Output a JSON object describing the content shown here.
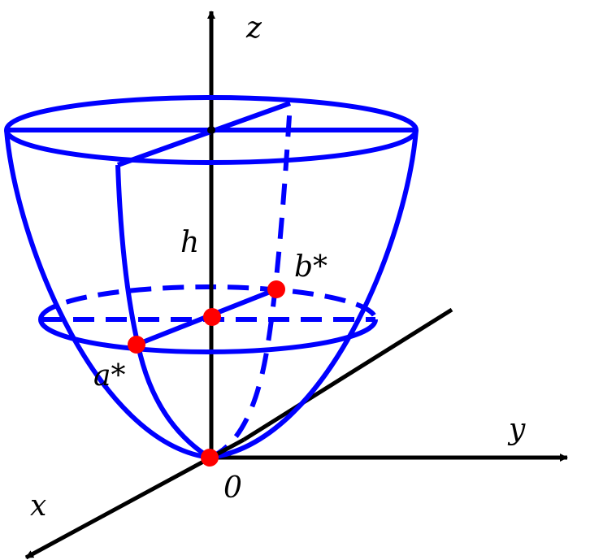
{
  "labels": {
    "z": "z",
    "y": "y",
    "x": "x",
    "origin": "0",
    "h": "h",
    "a_star": "a*",
    "b_star": "b*"
  },
  "colors": {
    "surface": "#0000ff",
    "axes": "#000000",
    "points": "#ff0000"
  }
}
